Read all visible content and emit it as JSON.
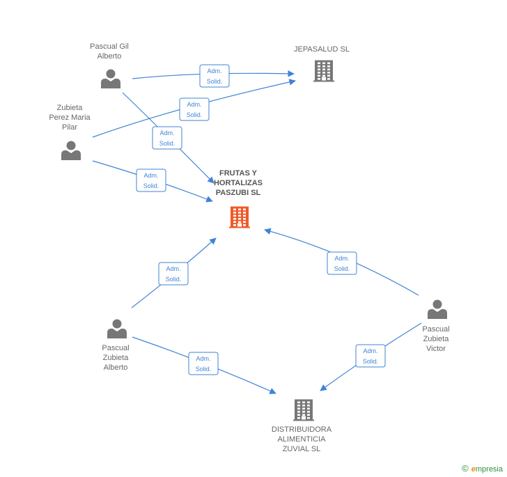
{
  "nodes": [
    {
      "id": "pascual-gil",
      "kind": "person",
      "lines": [
        "Pascual Gil",
        "Alberto"
      ]
    },
    {
      "id": "zubieta-perez",
      "kind": "person",
      "lines": [
        "Zubieta",
        "Perez Maria",
        "Pilar"
      ]
    },
    {
      "id": "pascual-alberto",
      "kind": "person",
      "lines": [
        "Pascual",
        "Zubieta",
        "Alberto"
      ]
    },
    {
      "id": "pascual-victor",
      "kind": "person",
      "lines": [
        "Pascual",
        "Zubieta",
        "Victor"
      ]
    },
    {
      "id": "jepasalud",
      "kind": "company",
      "lines": [
        "JEPASALUD SL"
      ]
    },
    {
      "id": "frutas",
      "kind": "company-main",
      "lines": [
        "FRUTAS Y",
        "HORTALIZAS",
        "PASZUBI SL"
      ]
    },
    {
      "id": "distribuidora",
      "kind": "company",
      "lines": [
        "DISTRIBUIDORA",
        "ALIMENTICIA",
        "ZUVIAL  SL"
      ]
    }
  ],
  "edges": [
    {
      "from": "pascual-gil",
      "to": "jepasalud",
      "label": [
        "Adm.",
        "Solid."
      ]
    },
    {
      "from": "zubieta-perez",
      "to": "jepasalud",
      "label": [
        "Adm.",
        "Solid."
      ]
    },
    {
      "from": "pascual-gil",
      "to": "frutas",
      "label": [
        "Adm.",
        "Solid."
      ]
    },
    {
      "from": "zubieta-perez",
      "to": "frutas",
      "label": [
        "Adm.",
        "Solid."
      ]
    },
    {
      "from": "pascual-alberto",
      "to": "frutas",
      "label": [
        "Adm.",
        "Solid."
      ]
    },
    {
      "from": "pascual-victor",
      "to": "frutas",
      "label": [
        "Adm.",
        "Solid."
      ]
    },
    {
      "from": "pascual-alberto",
      "to": "distribuidora",
      "label": [
        "Adm.",
        "Solid."
      ]
    },
    {
      "from": "pascual-victor",
      "to": "distribuidora",
      "label": [
        "Adm.",
        "Solid."
      ]
    }
  ],
  "colors": {
    "edge": "#3f83d6",
    "person": "#777777",
    "company": "#777777",
    "main_company": "#f05a28"
  },
  "brand": {
    "copyright": "©",
    "initial": "e",
    "name": "mpresia"
  }
}
